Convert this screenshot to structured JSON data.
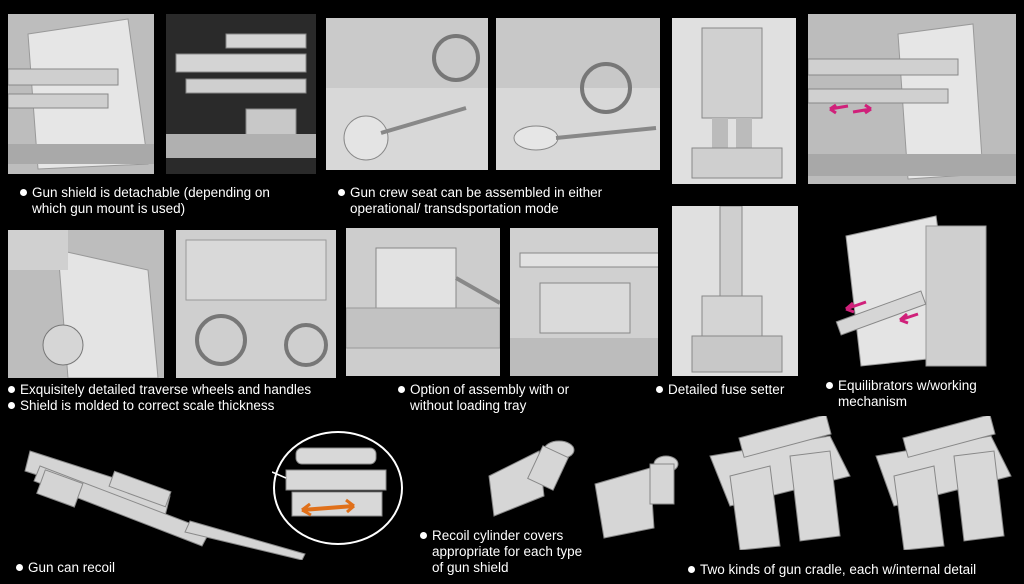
{
  "colors": {
    "background": "#000000",
    "model": "#d6d6d6",
    "arrow_magenta": "#d0207a",
    "arrow_orange": "#e0701a"
  },
  "captions": {
    "gun_shield": [
      "Gun shield is detachable (depending on",
      "which gun mount is used)"
    ],
    "crew_seat": [
      "Gun crew seat can be assembled in either",
      "operational/ transdsportation mode"
    ],
    "traverse": [
      "Exquisitely detailed traverse wheels and handles"
    ],
    "shield_scale": [
      "Shield is molded to correct scale thickness"
    ],
    "loading_tray": [
      "Option of assembly with or",
      "without loading tray"
    ],
    "fuse_setter": [
      "Detailed fuse setter"
    ],
    "equilibrators": [
      "Equilibrators w/working",
      "mechanism"
    ],
    "recoil": [
      "Gun can recoil"
    ],
    "recoil_covers": [
      "Recoil cylinder covers",
      "appropriate for each type",
      "of gun shield"
    ],
    "cradle": [
      "Two kinds of gun cradle, each w/internal detail"
    ]
  }
}
